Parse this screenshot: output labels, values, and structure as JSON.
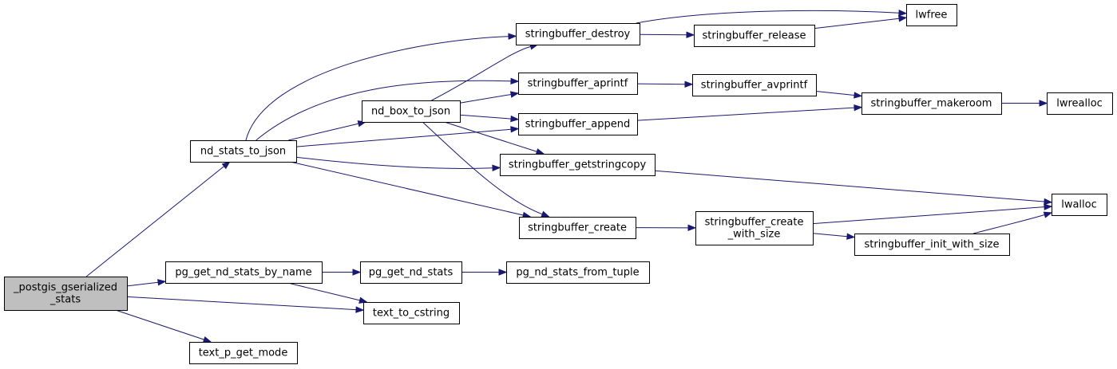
{
  "graph": {
    "nodes": [
      {
        "id": "root",
        "lines": [
          "_postgis_gserialized",
          "_stats"
        ],
        "highlight": true
      },
      {
        "id": "nd_stats_to_json",
        "lines": [
          "nd_stats_to_json"
        ]
      },
      {
        "id": "pg_get_nd_stats_by_name",
        "lines": [
          "pg_get_nd_stats_by_name"
        ]
      },
      {
        "id": "text_p_get_mode",
        "lines": [
          "text_p_get_mode"
        ]
      },
      {
        "id": "nd_box_to_json",
        "lines": [
          "nd_box_to_json"
        ]
      },
      {
        "id": "pg_get_nd_stats",
        "lines": [
          "pg_get_nd_stats"
        ]
      },
      {
        "id": "text_to_cstring",
        "lines": [
          "text_to_cstring"
        ]
      },
      {
        "id": "stringbuffer_destroy",
        "lines": [
          "stringbuffer_destroy"
        ]
      },
      {
        "id": "stringbuffer_aprintf",
        "lines": [
          "stringbuffer_aprintf"
        ]
      },
      {
        "id": "stringbuffer_append",
        "lines": [
          "stringbuffer_append"
        ]
      },
      {
        "id": "stringbuffer_getstringcopy",
        "lines": [
          "stringbuffer_getstringcopy"
        ]
      },
      {
        "id": "stringbuffer_create",
        "lines": [
          "stringbuffer_create"
        ]
      },
      {
        "id": "pg_nd_stats_from_tuple",
        "lines": [
          "pg_nd_stats_from_tuple"
        ]
      },
      {
        "id": "stringbuffer_release",
        "lines": [
          "stringbuffer_release"
        ]
      },
      {
        "id": "stringbuffer_avprintf",
        "lines": [
          "stringbuffer_avprintf"
        ]
      },
      {
        "id": "stringbuffer_create_with_size",
        "lines": [
          "stringbuffer_create",
          "_with_size"
        ]
      },
      {
        "id": "stringbuffer_makeroom",
        "lines": [
          "stringbuffer_makeroom"
        ]
      },
      {
        "id": "stringbuffer_init_with_size",
        "lines": [
          "stringbuffer_init_with_size"
        ]
      },
      {
        "id": "lwfree",
        "lines": [
          "lwfree"
        ]
      },
      {
        "id": "lwrealloc",
        "lines": [
          "lwrealloc"
        ]
      },
      {
        "id": "lwalloc",
        "lines": [
          "lwalloc"
        ]
      }
    ],
    "edges": [
      {
        "from": "root",
        "to": "nd_stats_to_json"
      },
      {
        "from": "root",
        "to": "pg_get_nd_stats_by_name"
      },
      {
        "from": "root",
        "to": "text_to_cstring"
      },
      {
        "from": "root",
        "to": "text_p_get_mode"
      },
      {
        "from": "nd_stats_to_json",
        "to": "stringbuffer_destroy"
      },
      {
        "from": "nd_stats_to_json",
        "to": "stringbuffer_aprintf"
      },
      {
        "from": "nd_stats_to_json",
        "to": "nd_box_to_json"
      },
      {
        "from": "nd_stats_to_json",
        "to": "stringbuffer_append"
      },
      {
        "from": "nd_stats_to_json",
        "to": "stringbuffer_getstringcopy"
      },
      {
        "from": "nd_stats_to_json",
        "to": "stringbuffer_create"
      },
      {
        "from": "nd_box_to_json",
        "to": "stringbuffer_destroy"
      },
      {
        "from": "nd_box_to_json",
        "to": "stringbuffer_aprintf"
      },
      {
        "from": "nd_box_to_json",
        "to": "stringbuffer_append"
      },
      {
        "from": "nd_box_to_json",
        "to": "stringbuffer_getstringcopy"
      },
      {
        "from": "nd_box_to_json",
        "to": "stringbuffer_create"
      },
      {
        "from": "stringbuffer_destroy",
        "to": "lwfree"
      },
      {
        "from": "stringbuffer_destroy",
        "to": "stringbuffer_release"
      },
      {
        "from": "stringbuffer_release",
        "to": "lwfree"
      },
      {
        "from": "stringbuffer_aprintf",
        "to": "stringbuffer_avprintf"
      },
      {
        "from": "stringbuffer_avprintf",
        "to": "stringbuffer_makeroom"
      },
      {
        "from": "stringbuffer_append",
        "to": "stringbuffer_makeroom"
      },
      {
        "from": "stringbuffer_makeroom",
        "to": "lwrealloc"
      },
      {
        "from": "stringbuffer_getstringcopy",
        "to": "lwalloc"
      },
      {
        "from": "stringbuffer_create",
        "to": "stringbuffer_create_with_size"
      },
      {
        "from": "stringbuffer_create_with_size",
        "to": "lwalloc"
      },
      {
        "from": "stringbuffer_create_with_size",
        "to": "stringbuffer_init_with_size"
      },
      {
        "from": "stringbuffer_init_with_size",
        "to": "lwalloc"
      },
      {
        "from": "pg_get_nd_stats_by_name",
        "to": "pg_get_nd_stats"
      },
      {
        "from": "pg_get_nd_stats_by_name",
        "to": "text_to_cstring"
      },
      {
        "from": "pg_get_nd_stats",
        "to": "pg_nd_stats_from_tuple"
      }
    ],
    "colors": {
      "edge": "#191970",
      "node_border": "#000000",
      "root_fill": "#bfbfbf",
      "node_fill": "#ffffff"
    }
  }
}
